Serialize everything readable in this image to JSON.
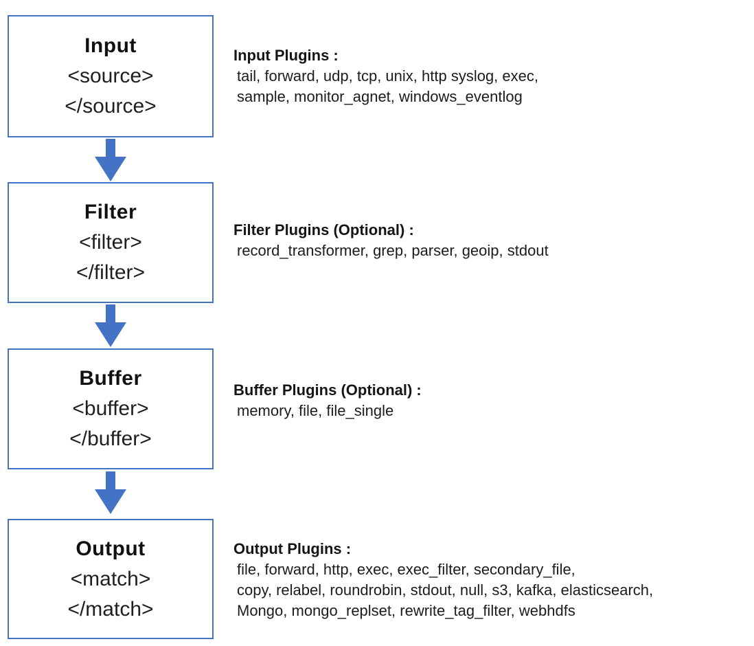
{
  "colors": {
    "accent": "#4472C4",
    "text": "#1a1a1a",
    "background": "#ffffff"
  },
  "flow": {
    "boxes": [
      {
        "title": "Input",
        "open_tag": "<source>",
        "close_tag": "</source>"
      },
      {
        "title": "Filter",
        "open_tag": "<filter>",
        "close_tag": "</filter>"
      },
      {
        "title": "Buffer",
        "open_tag": "<buffer>",
        "close_tag": "</buffer>"
      },
      {
        "title": "Output",
        "open_tag": "<match>",
        "close_tag": "</match>"
      }
    ],
    "arrow_icon": "down-arrow"
  },
  "annotations": [
    {
      "heading": "Input Plugins :",
      "lines": [
        "tail, forward, udp, tcp, unix, http syslog, exec,",
        "sample, monitor_agnet, windows_eventlog"
      ]
    },
    {
      "heading": "Filter Plugins (Optional) :",
      "lines": [
        "record_transformer, grep, parser, geoip, stdout"
      ]
    },
    {
      "heading": "Buffer Plugins (Optional) :",
      "lines": [
        "memory, file, file_single"
      ]
    },
    {
      "heading": "Output Plugins :",
      "lines": [
        "file, forward, http, exec, exec_filter, secondary_file,",
        "copy, relabel, roundrobin, stdout, null, s3, kafka, elasticsearch,",
        "Mongo, mongo_replset, rewrite_tag_filter, webhdfs"
      ]
    }
  ]
}
